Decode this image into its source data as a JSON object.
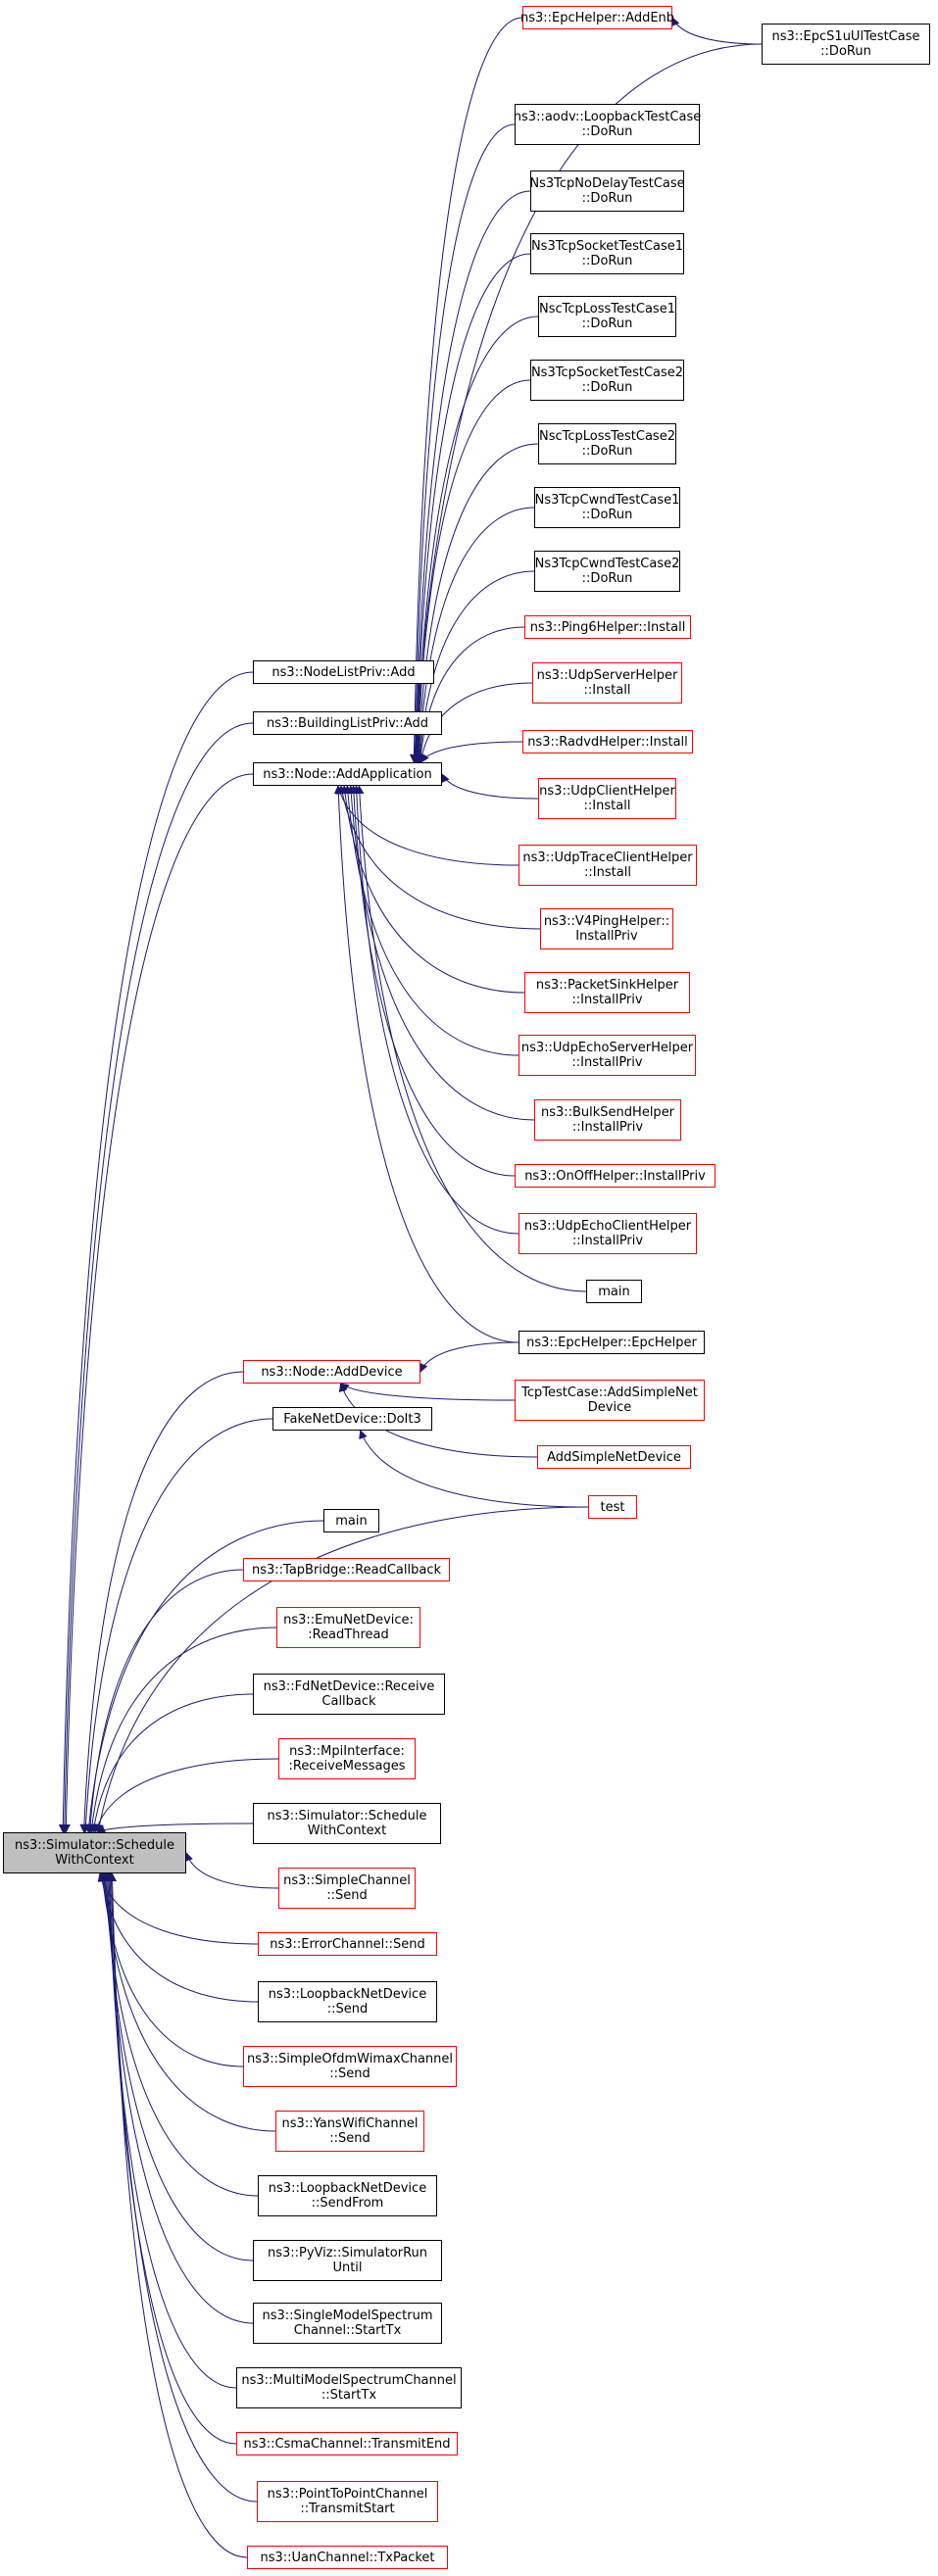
{
  "root": {
    "id": "root",
    "lines": [
      "ns3::Simulator::Schedule",
      "WithContext"
    ],
    "style": "root"
  },
  "nodes": [
    {
      "id": "addEnb",
      "lines": [
        "ns3::EpcHelper::AddEnb"
      ],
      "style": "red"
    },
    {
      "id": "epcS1u",
      "lines": [
        "ns3::EpcS1uUlTestCase",
        "::DoRun"
      ],
      "style": "black"
    },
    {
      "id": "aodvLoop",
      "lines": [
        "ns3::aodv::LoopbackTestCase",
        "::DoRun"
      ],
      "style": "black"
    },
    {
      "id": "tcpNoDelay",
      "lines": [
        "Ns3TcpNoDelayTestCase",
        "::DoRun"
      ],
      "style": "black"
    },
    {
      "id": "tcpSock1",
      "lines": [
        "Ns3TcpSocketTestCase1",
        "::DoRun"
      ],
      "style": "black"
    },
    {
      "id": "nscLoss1",
      "lines": [
        "NscTcpLossTestCase1",
        "::DoRun"
      ],
      "style": "black"
    },
    {
      "id": "tcpSock2",
      "lines": [
        "Ns3TcpSocketTestCase2",
        "::DoRun"
      ],
      "style": "black"
    },
    {
      "id": "nscLoss2",
      "lines": [
        "NscTcpLossTestCase2",
        "::DoRun"
      ],
      "style": "black"
    },
    {
      "id": "tcpCwnd1",
      "lines": [
        "Ns3TcpCwndTestCase1",
        "::DoRun"
      ],
      "style": "black"
    },
    {
      "id": "tcpCwnd2",
      "lines": [
        "Ns3TcpCwndTestCase2",
        "::DoRun"
      ],
      "style": "black"
    },
    {
      "id": "ping6",
      "lines": [
        "ns3::Ping6Helper::Install"
      ],
      "style": "red"
    },
    {
      "id": "udpServer",
      "lines": [
        "ns3::UdpServerHelper",
        "::Install"
      ],
      "style": "red"
    },
    {
      "id": "radvd",
      "lines": [
        "ns3::RadvdHelper::Install"
      ],
      "style": "red"
    },
    {
      "id": "udpClient",
      "lines": [
        "ns3::UdpClientHelper",
        "::Install"
      ],
      "style": "red"
    },
    {
      "id": "udpTrace",
      "lines": [
        "ns3::UdpTraceClientHelper",
        "::Install"
      ],
      "style": "red"
    },
    {
      "id": "v4ping",
      "lines": [
        "ns3::V4PingHelper::",
        "InstallPriv"
      ],
      "style": "red"
    },
    {
      "id": "packetSink",
      "lines": [
        "ns3::PacketSinkHelper",
        "::InstallPriv"
      ],
      "style": "red"
    },
    {
      "id": "udpEchoServer",
      "lines": [
        "ns3::UdpEchoServerHelper",
        "::InstallPriv"
      ],
      "style": "red"
    },
    {
      "id": "bulkSend",
      "lines": [
        "ns3::BulkSendHelper",
        "::InstallPriv"
      ],
      "style": "red"
    },
    {
      "id": "onOff",
      "lines": [
        "ns3::OnOffHelper::InstallPriv"
      ],
      "style": "red"
    },
    {
      "id": "udpEchoClient",
      "lines": [
        "ns3::UdpEchoClientHelper",
        "::InstallPriv"
      ],
      "style": "red"
    },
    {
      "id": "main2",
      "lines": [
        "main"
      ],
      "style": "black"
    },
    {
      "id": "epcHelperCtor",
      "lines": [
        "ns3::EpcHelper::EpcHelper"
      ],
      "style": "black"
    },
    {
      "id": "tcpAddSimple",
      "lines": [
        "TcpTestCase::AddSimpleNet",
        "Device"
      ],
      "style": "red"
    },
    {
      "id": "addSimpleDev",
      "lines": [
        "AddSimpleNetDevice"
      ],
      "style": "red"
    },
    {
      "id": "test",
      "lines": [
        "test"
      ],
      "style": "red"
    },
    {
      "id": "nodeListAdd",
      "lines": [
        "ns3::NodeListPriv::Add"
      ],
      "style": "black"
    },
    {
      "id": "buildingListAdd",
      "lines": [
        "ns3::BuildingListPriv::Add"
      ],
      "style": "black"
    },
    {
      "id": "addApp",
      "lines": [
        "ns3::Node::AddApplication"
      ],
      "style": "black"
    },
    {
      "id": "addDevice",
      "lines": [
        "ns3::Node::AddDevice"
      ],
      "style": "red"
    },
    {
      "id": "fakeDoIt3",
      "lines": [
        "FakeNetDevice::DoIt3"
      ],
      "style": "black"
    },
    {
      "id": "main1",
      "lines": [
        "main"
      ],
      "style": "black"
    },
    {
      "id": "tapRead",
      "lines": [
        "ns3::TapBridge::ReadCallback"
      ],
      "style": "red"
    },
    {
      "id": "emuRead",
      "lines": [
        "ns3::EmuNetDevice:",
        ":ReadThread"
      ],
      "style": "red"
    },
    {
      "id": "fdRecv",
      "lines": [
        "ns3::FdNetDevice::Receive",
        "Callback"
      ],
      "style": "black"
    },
    {
      "id": "mpiRecv",
      "lines": [
        "ns3::MpiInterface:",
        ":ReceiveMessages"
      ],
      "style": "red"
    },
    {
      "id": "simSched",
      "lines": [
        "ns3::Simulator::Schedule",
        "WithContext"
      ],
      "style": "black"
    },
    {
      "id": "simpleSend",
      "lines": [
        "ns3::SimpleChannel",
        "::Send"
      ],
      "style": "red"
    },
    {
      "id": "errorSend",
      "lines": [
        "ns3::ErrorChannel::Send"
      ],
      "style": "red"
    },
    {
      "id": "loopSend",
      "lines": [
        "ns3::LoopbackNetDevice",
        "::Send"
      ],
      "style": "black"
    },
    {
      "id": "ofdmSend",
      "lines": [
        "ns3::SimpleOfdmWimaxChannel",
        "::Send"
      ],
      "style": "red"
    },
    {
      "id": "yansSend",
      "lines": [
        "ns3::YansWifiChannel",
        "::Send"
      ],
      "style": "red"
    },
    {
      "id": "loopSendFrom",
      "lines": [
        "ns3::LoopbackNetDevice",
        "::SendFrom"
      ],
      "style": "black"
    },
    {
      "id": "pyviz",
      "lines": [
        "ns3::PyViz::SimulatorRun",
        "Until"
      ],
      "style": "black"
    },
    {
      "id": "singleSpec",
      "lines": [
        "ns3::SingleModelSpectrum",
        "Channel::StartTx"
      ],
      "style": "black"
    },
    {
      "id": "multiSpec",
      "lines": [
        "ns3::MultiModelSpectrumChannel",
        "::StartTx"
      ],
      "style": "black"
    },
    {
      "id": "csmaEnd",
      "lines": [
        "ns3::CsmaChannel::TransmitEnd"
      ],
      "style": "red"
    },
    {
      "id": "p2pStart",
      "lines": [
        "ns3::PointToPointChannel",
        "::TransmitStart"
      ],
      "style": "red"
    },
    {
      "id": "uanTx",
      "lines": [
        "ns3::UanChannel::TxPacket"
      ],
      "style": "red"
    }
  ],
  "edges": [
    [
      "addEnb",
      "epcS1u"
    ],
    [
      "addApp",
      "addEnb"
    ],
    [
      "addApp",
      "epcS1u"
    ],
    [
      "addApp",
      "aodvLoop"
    ],
    [
      "addApp",
      "tcpNoDelay"
    ],
    [
      "addApp",
      "tcpSock1"
    ],
    [
      "addApp",
      "nscLoss1"
    ],
    [
      "addApp",
      "tcpSock2"
    ],
    [
      "addApp",
      "nscLoss2"
    ],
    [
      "addApp",
      "tcpCwnd1"
    ],
    [
      "addApp",
      "tcpCwnd2"
    ],
    [
      "addApp",
      "ping6"
    ],
    [
      "addApp",
      "udpServer"
    ],
    [
      "addApp",
      "radvd"
    ],
    [
      "addApp",
      "udpClient"
    ],
    [
      "addApp",
      "udpTrace"
    ],
    [
      "addApp",
      "v4ping"
    ],
    [
      "addApp",
      "packetSink"
    ],
    [
      "addApp",
      "udpEchoServer"
    ],
    [
      "addApp",
      "bulkSend"
    ],
    [
      "addApp",
      "onOff"
    ],
    [
      "addApp",
      "udpEchoClient"
    ],
    [
      "addApp",
      "main2"
    ],
    [
      "addApp",
      "epcHelperCtor"
    ],
    [
      "addDevice",
      "epcHelperCtor"
    ],
    [
      "addDevice",
      "tcpAddSimple"
    ],
    [
      "addDevice",
      "addSimpleDev"
    ],
    [
      "fakeDoIt3",
      "test"
    ],
    [
      "root",
      "nodeListAdd"
    ],
    [
      "root",
      "buildingListAdd"
    ],
    [
      "root",
      "addApp"
    ],
    [
      "root",
      "addDevice"
    ],
    [
      "root",
      "fakeDoIt3"
    ],
    [
      "root",
      "test"
    ],
    [
      "root",
      "main1"
    ],
    [
      "root",
      "tapRead"
    ],
    [
      "root",
      "emuRead"
    ],
    [
      "root",
      "fdRecv"
    ],
    [
      "root",
      "mpiRecv"
    ],
    [
      "root",
      "simSched"
    ],
    [
      "root",
      "simpleSend"
    ],
    [
      "root",
      "errorSend"
    ],
    [
      "root",
      "loopSend"
    ],
    [
      "root",
      "ofdmSend"
    ],
    [
      "root",
      "yansSend"
    ],
    [
      "root",
      "loopSendFrom"
    ],
    [
      "root",
      "pyviz"
    ],
    [
      "root",
      "singleSpec"
    ],
    [
      "root",
      "multiSpec"
    ],
    [
      "root",
      "csmaEnd"
    ],
    [
      "root",
      "p2pStart"
    ],
    [
      "root",
      "uanTx"
    ]
  ],
  "colors": {
    "edge": "#191970",
    "red_border": "#ff0000",
    "root_fill": "#bfbfbf"
  }
}
